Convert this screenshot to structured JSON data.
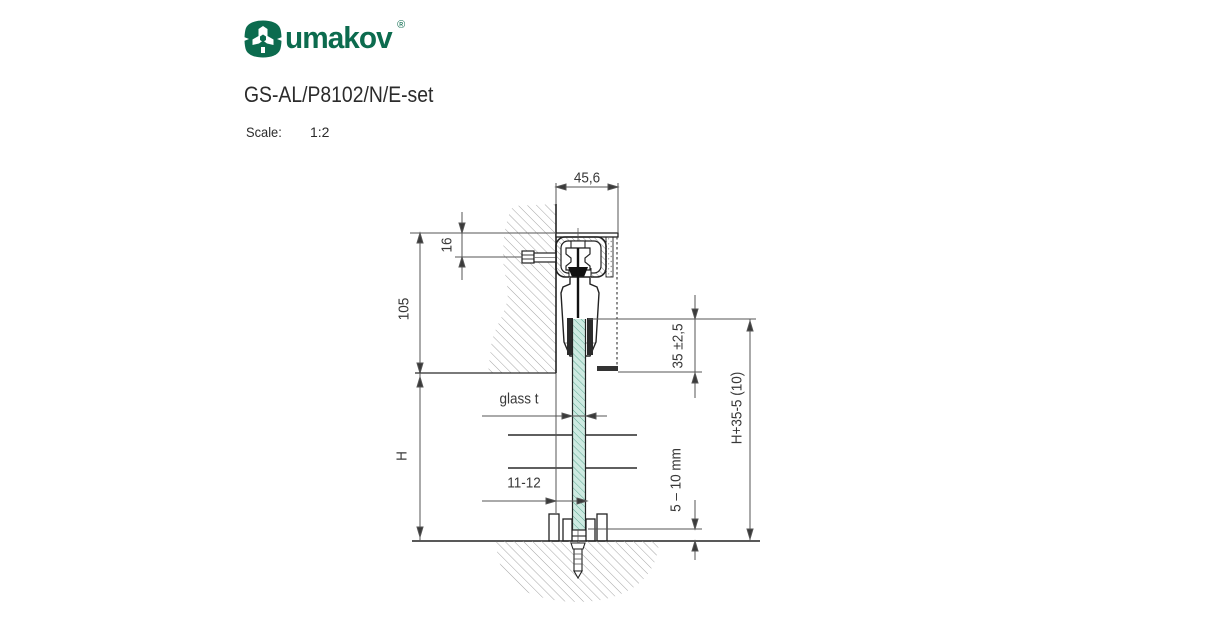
{
  "header": {
    "brand": "umakov",
    "registered_mark": "®",
    "brand_color": "#0c6b4e"
  },
  "document": {
    "title": "GS-AL/P8102/N/E-set",
    "scale_label": "Scale:",
    "scale_value": "1:2"
  },
  "drawing": {
    "type": "technical-section",
    "dimensions": {
      "track_width": "45,6",
      "screw_offset": "16",
      "track_height": "105",
      "door_height": "H",
      "glass_thickness": "glass t",
      "wall_to_glass": "11-12",
      "glass_insert_depth": "35 ±2,5",
      "glass_total_height": "H+35-5 (10)",
      "floor_gap": "5 – 10 mm"
    },
    "glass_color": "#cdeae1",
    "line_color": "#222222",
    "hatch_color": "#9b9b9b"
  }
}
